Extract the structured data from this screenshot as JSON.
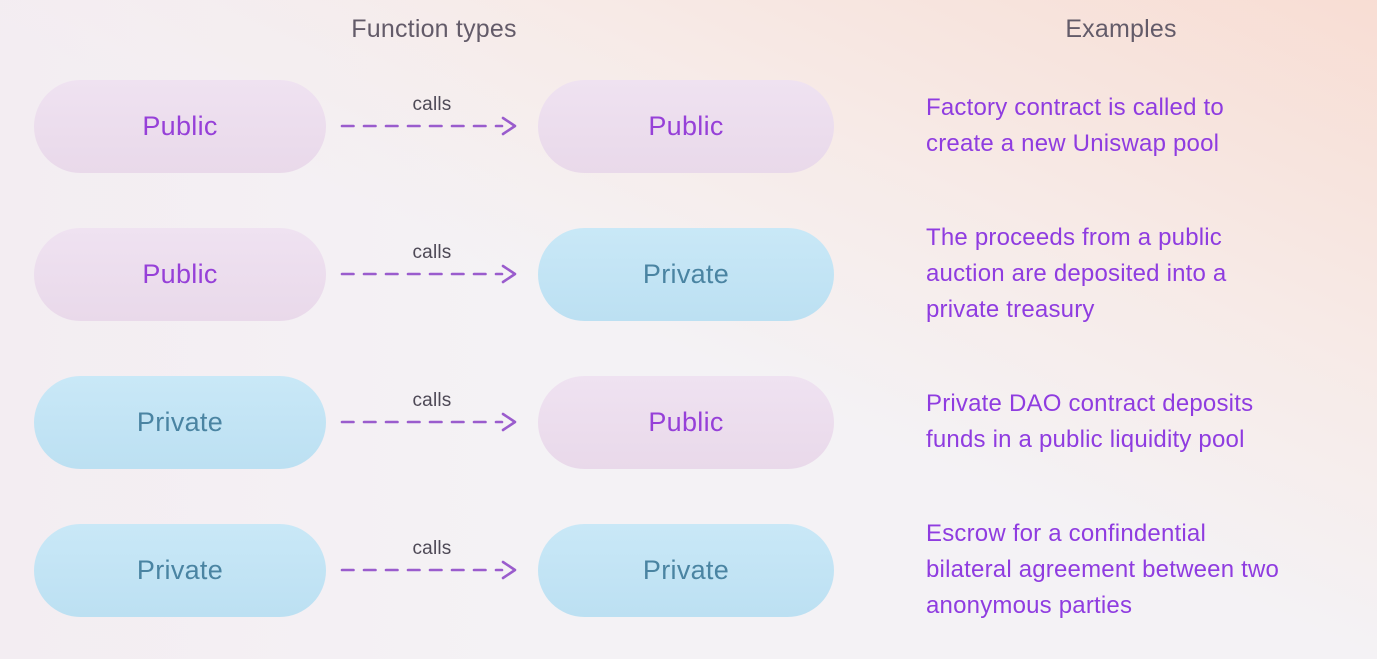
{
  "headers": {
    "left": "Function types",
    "right": "Examples"
  },
  "colors": {
    "background_base": "#f4f2f5",
    "background_peach": "#f8e8e1",
    "public_pill_bg": "#efe2f1",
    "public_pill_bg2": "#e9d9ea",
    "public_text": "#9640d8",
    "private_pill_bg": "#c9e8f7",
    "private_pill_bg2": "#bce0f2",
    "private_text": "#4a84a2",
    "header_text": "#635b69",
    "calls_text": "#4e4956",
    "arrow": "#9a5ccd",
    "example_text": "#8f3ce0"
  },
  "rows": [
    {
      "from": {
        "label": "Public",
        "type": "public"
      },
      "calls_label": "calls",
      "to": {
        "label": "Public",
        "type": "public"
      },
      "example_lines": [
        "Factory contract is called to",
        "create a new Uniswap pool"
      ]
    },
    {
      "from": {
        "label": "Public",
        "type": "public"
      },
      "calls_label": "calls",
      "to": {
        "label": "Private",
        "type": "private"
      },
      "example_lines": [
        "The proceeds from a public",
        "auction are deposited into a",
        "private treasury"
      ]
    },
    {
      "from": {
        "label": "Private",
        "type": "private"
      },
      "calls_label": "calls",
      "to": {
        "label": "Public",
        "type": "public"
      },
      "example_lines": [
        "Private DAO contract deposits",
        "funds in a public liquidity pool"
      ]
    },
    {
      "from": {
        "label": "Private",
        "type": "private"
      },
      "calls_label": "calls",
      "to": {
        "label": "Private",
        "type": "private"
      },
      "example_lines": [
        "Escrow for a confindential",
        "bilateral agreement between two",
        "anonymous parties"
      ]
    }
  ]
}
